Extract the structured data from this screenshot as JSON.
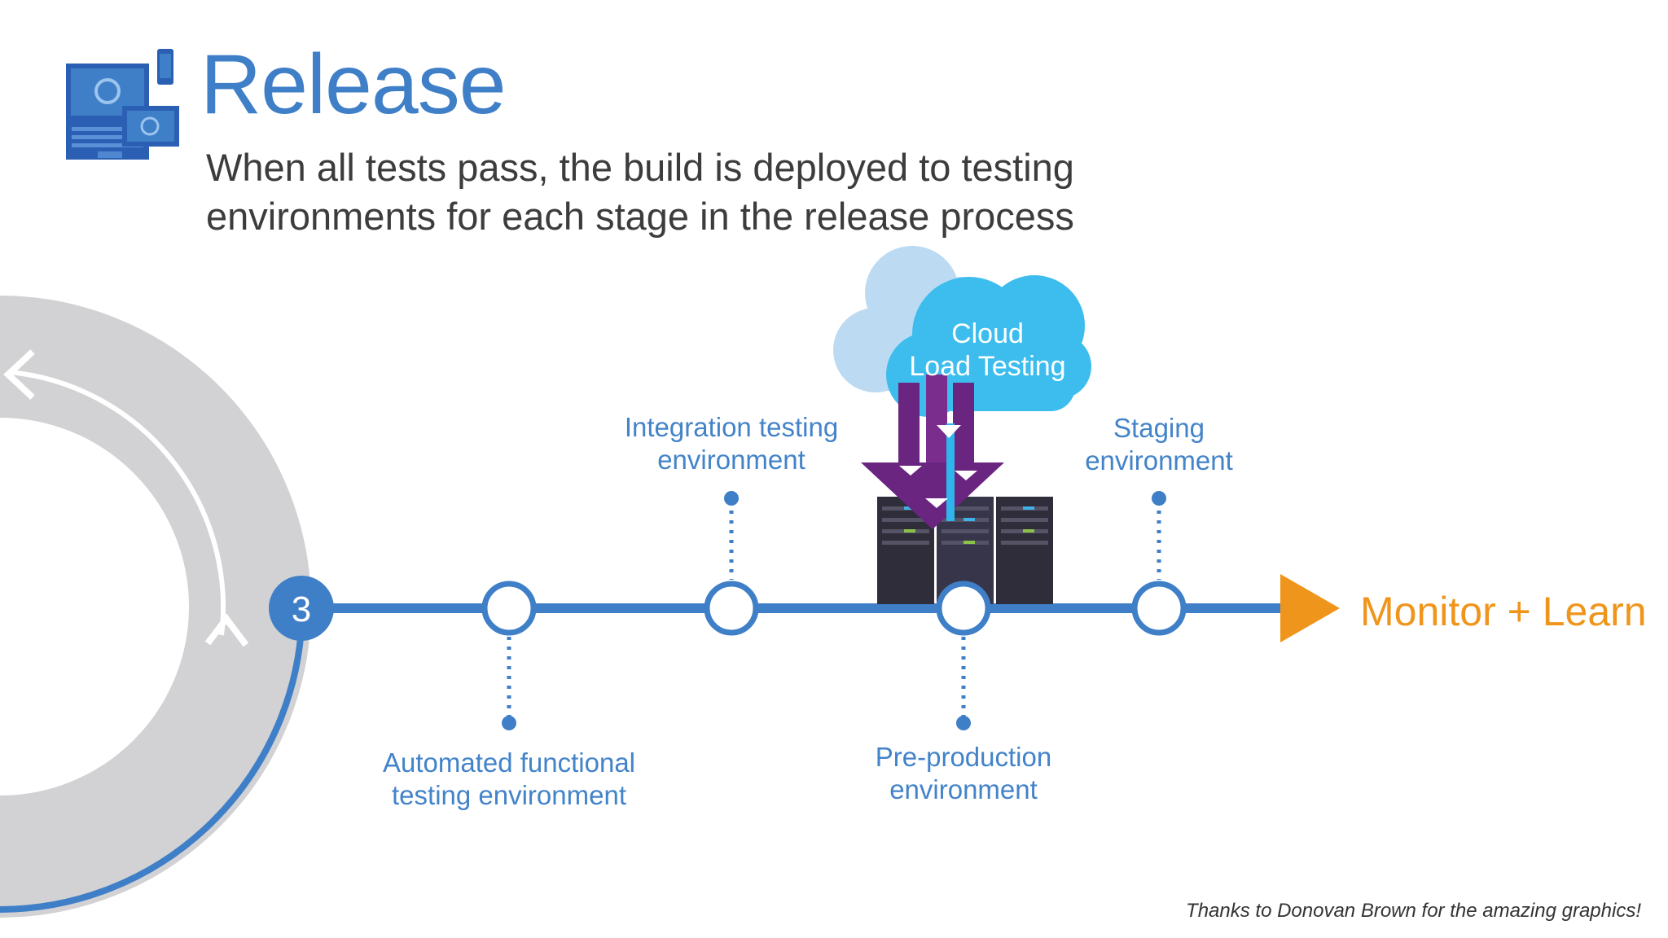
{
  "title": "Release",
  "subtitle_line1": "When all tests pass, the build is deployed to testing",
  "subtitle_line2": "environments for each stage in the release process",
  "stage_number": "3",
  "stages": {
    "automated": {
      "line1": "Automated functional",
      "line2": "testing environment"
    },
    "integration": {
      "line1": "Integration testing",
      "line2": "environment"
    },
    "preproduction": {
      "line1": "Pre-production",
      "line2": "environment"
    },
    "staging": {
      "line1": "Staging",
      "line2": "environment"
    }
  },
  "cloud": {
    "line1": "Cloud",
    "line2": "Load Testing"
  },
  "next_step": "Monitor + Learn",
  "credit": "Thanks to Donovan Brown for the amazing graphics!",
  "colors": {
    "accent_blue": "#3f7fc8",
    "orange": "#f0951c",
    "cycle_gray": "#d2d2d4",
    "cloud_light": "#bcdaf2",
    "cloud_main": "#3dbdee",
    "arrow_purple": "#6a2580",
    "server_dark": "#2f2d3a"
  },
  "icons": [
    "devices-icon",
    "cycle-arrow-icon",
    "cloud-icon",
    "server-rack-icon",
    "play-arrow-icon"
  ]
}
